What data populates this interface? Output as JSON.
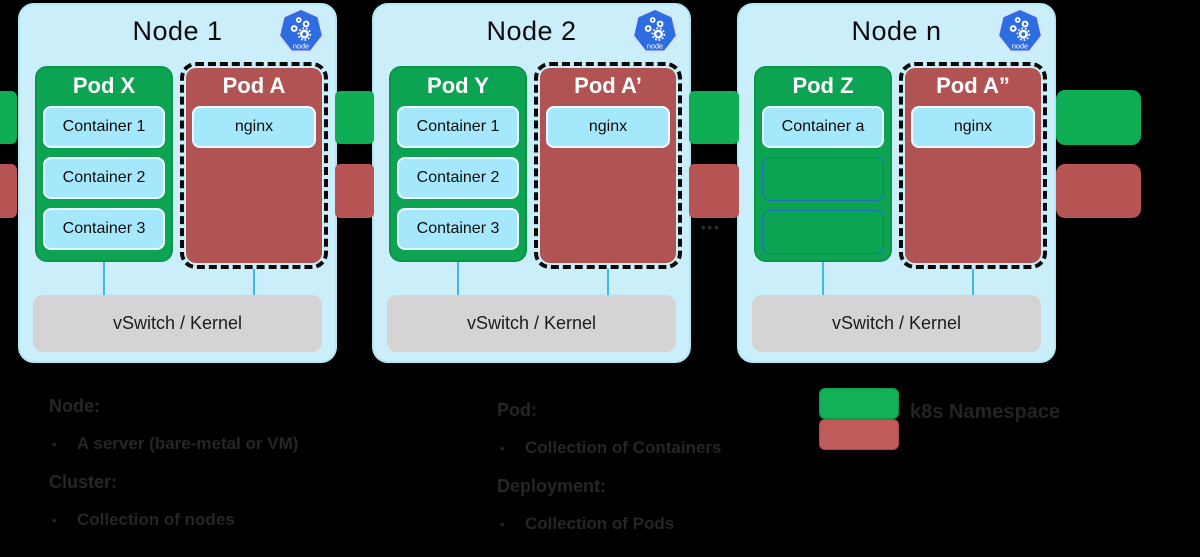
{
  "colors": {
    "background": "#000000",
    "node_background": "#cbeefb",
    "pod_green": "#0ca452",
    "pod_red": "#b25353",
    "container_cyan": "#a5e8fb",
    "kernel_gray": "#d4d4d4",
    "namespace_green": "#0fae55",
    "namespace_red": "#b75454",
    "k8s_blue": "#2e6ce2",
    "link_line_blue": "#3cb9ea"
  },
  "nodes": [
    {
      "title": "Node 1",
      "logo_label": "node",
      "green_pod": {
        "title": "Pod X",
        "containers": [
          "Container 1",
          "Container 2",
          "Container 3"
        ]
      },
      "red_pod": {
        "title": "Pod A",
        "containers": [
          "nginx"
        ]
      },
      "kernel_label": "vSwitch / Kernel"
    },
    {
      "title": "Node 2",
      "logo_label": "node",
      "green_pod": {
        "title": "Pod Y",
        "containers": [
          "Container 1",
          "Container 2",
          "Container 3"
        ]
      },
      "red_pod": {
        "title": "Pod A’",
        "containers": [
          "nginx"
        ]
      },
      "kernel_label": "vSwitch / Kernel"
    },
    {
      "title": "Node n",
      "logo_label": "node",
      "green_pod": {
        "title": "Pod Z",
        "containers": [
          "Container a"
        ],
        "empty_slots": 2
      },
      "red_pod": {
        "title": "Pod A”",
        "containers": [
          "nginx"
        ]
      },
      "kernel_label": "vSwitch / Kernel"
    }
  ],
  "ellipsis": "•••",
  "legend": {
    "bullet": "•",
    "left": [
      {
        "heading": "Node:",
        "item": "A server (bare-metal or VM)"
      },
      {
        "heading": "Cluster:",
        "item": "Collection of nodes"
      }
    ],
    "right": [
      {
        "heading": "Pod:",
        "item": "Collection of Containers"
      },
      {
        "heading": "Deployment:",
        "item": "Collection of Pods"
      }
    ],
    "namespace_label": "k8s Namespace"
  }
}
